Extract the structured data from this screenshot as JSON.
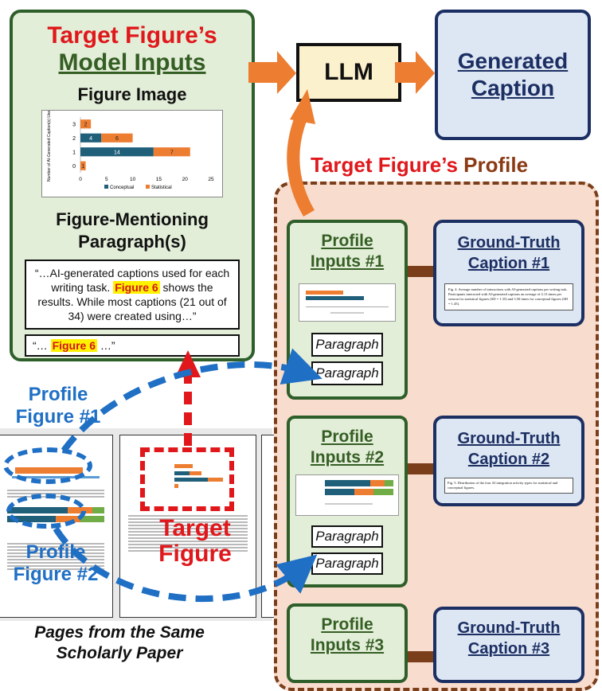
{
  "target_inputs": {
    "title_line1": "Target Figure’s",
    "title_line2": "Model Inputs",
    "figure_image_label": "Figure Image",
    "paragraphs_label_line1": "Figure-Mentioning",
    "paragraphs_label_line2": "Paragraph(s)",
    "paragraph_quote_before": "“…AI-generated captions used for each writing task. ",
    "paragraph_highlight": "Figure 6",
    "paragraph_quote_after": " shows the results. While most captions (21 out of 34) were created using…”",
    "short_quote_open": "“… ",
    "short_quote_highlight": "Figure 6",
    "short_quote_close": " …”"
  },
  "mini_chart": {
    "ylabel": "Number of AI-Generated Caption(s) Used",
    "legend": [
      "Conceptual",
      "Statistical"
    ],
    "colors": {
      "conceptual": "#1f5f7a",
      "statistical": "#ec7d31"
    }
  },
  "chart_data": {
    "type": "bar",
    "orientation": "horizontal",
    "categories": [
      "3",
      "2",
      "1",
      "0"
    ],
    "series": [
      {
        "name": "Conceptual",
        "values": [
          0,
          4,
          14,
          0
        ]
      },
      {
        "name": "Statistical",
        "values": [
          2,
          6,
          7,
          1
        ]
      }
    ],
    "data_labels": {
      "3": [
        "",
        "2"
      ],
      "2": [
        "4",
        "6"
      ],
      "1": [
        "14",
        "7"
      ],
      "0": [
        "",
        "1"
      ]
    },
    "xlim": [
      0,
      25
    ],
    "xticks": [
      "0",
      "5",
      "10",
      "15",
      "20",
      "25"
    ],
    "ylabel": "Number of AI-Generated Caption(s) Used",
    "legend_position": "bottom"
  },
  "llm": {
    "label": "LLM"
  },
  "generated": {
    "line1": "Generated",
    "line2": "Caption"
  },
  "profile_header": {
    "part1": "Target Figure’s",
    "part2": "Profile"
  },
  "profiles": [
    {
      "line1": "Profile",
      "line2": "Inputs #1",
      "para1": "Paragraph",
      "para2": "Paragraph",
      "gt_line1": "Ground-Truth",
      "gt_line2": "Caption #1",
      "gt_text": "Fig. 4. Average number of interactions with AI-generated captions per writing task. Participants interacted with AI-generated captions an average of 2.13 times per session for statistical figures (SD = 1.35) and 3.50 times for conceptual figures (SD = 1.45)."
    },
    {
      "line1": "Profile",
      "line2": "Inputs #2",
      "para1": "Paragraph",
      "para2": "Paragraph",
      "gt_line1": "Ground-Truth",
      "gt_line2": "Caption #2",
      "gt_text": "Fig. 5. Distribution of the four AI integration activity types for statistical and conceptual figures."
    },
    {
      "line1": "Profile",
      "line2": "Inputs #3",
      "gt_line1": "Ground-Truth",
      "gt_line2": "Caption #3"
    }
  ],
  "pages": {
    "profile_fig1_line1": "Profile",
    "profile_fig1_line2": "Figure #1",
    "profile_fig2_line1": "Profile",
    "profile_fig2_line2": "Figure #2",
    "target_line1": "Target",
    "target_line2": "Figure",
    "caption_line1": "Pages from the Same",
    "caption_line2": "Scholarly Paper"
  }
}
